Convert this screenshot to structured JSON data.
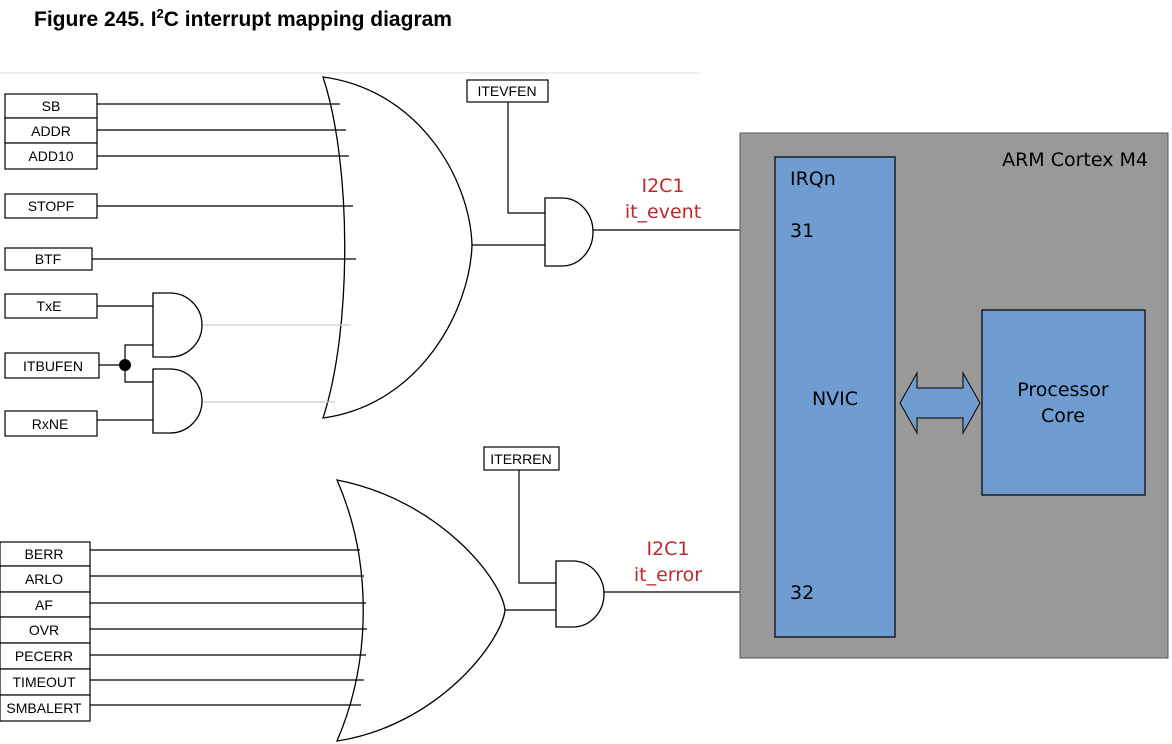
{
  "figure": {
    "prefix": "Figure 245. I",
    "sup": "2",
    "suffix": "C interrupt mapping diagram"
  },
  "event_inputs": [
    "SB",
    "ADDR",
    "ADD10",
    "STOPF",
    "BTF",
    "TxE",
    "ITBUFEN",
    "RxNE"
  ],
  "error_inputs": [
    "BERR",
    "ARLO",
    "AF",
    "OVR",
    "PECERR",
    "TIMEOUT",
    "SMBALERT"
  ],
  "enables": {
    "event": "ITEVFEN",
    "error": "ITERREN"
  },
  "signals": {
    "event_line1": "I2C1",
    "event_line2": "it_event",
    "error_line1": "I2C1",
    "error_line2": "it_error"
  },
  "cpu": {
    "title": "ARM Cortex M4",
    "irq_label": "IRQn",
    "irq_event": "31",
    "irq_error": "32",
    "nvic": "NVIC",
    "core_line1": "Processor",
    "core_line2": "Core"
  },
  "colors": {
    "cpu_bg": "#999999",
    "block_blue": "#6f9dd1",
    "signal_red": "#c0282a"
  }
}
